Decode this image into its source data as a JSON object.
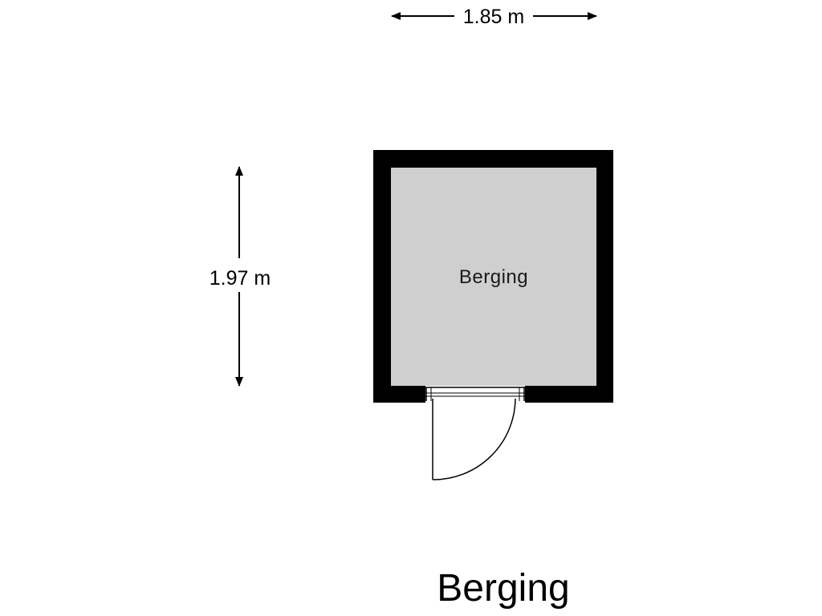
{
  "floor_title": "Berging",
  "room": {
    "name": "Berging",
    "fill_color": "#cfcfcf",
    "wall_color": "#000000"
  },
  "dimensions": {
    "width": "1.85 m",
    "height": "1.97 m"
  }
}
